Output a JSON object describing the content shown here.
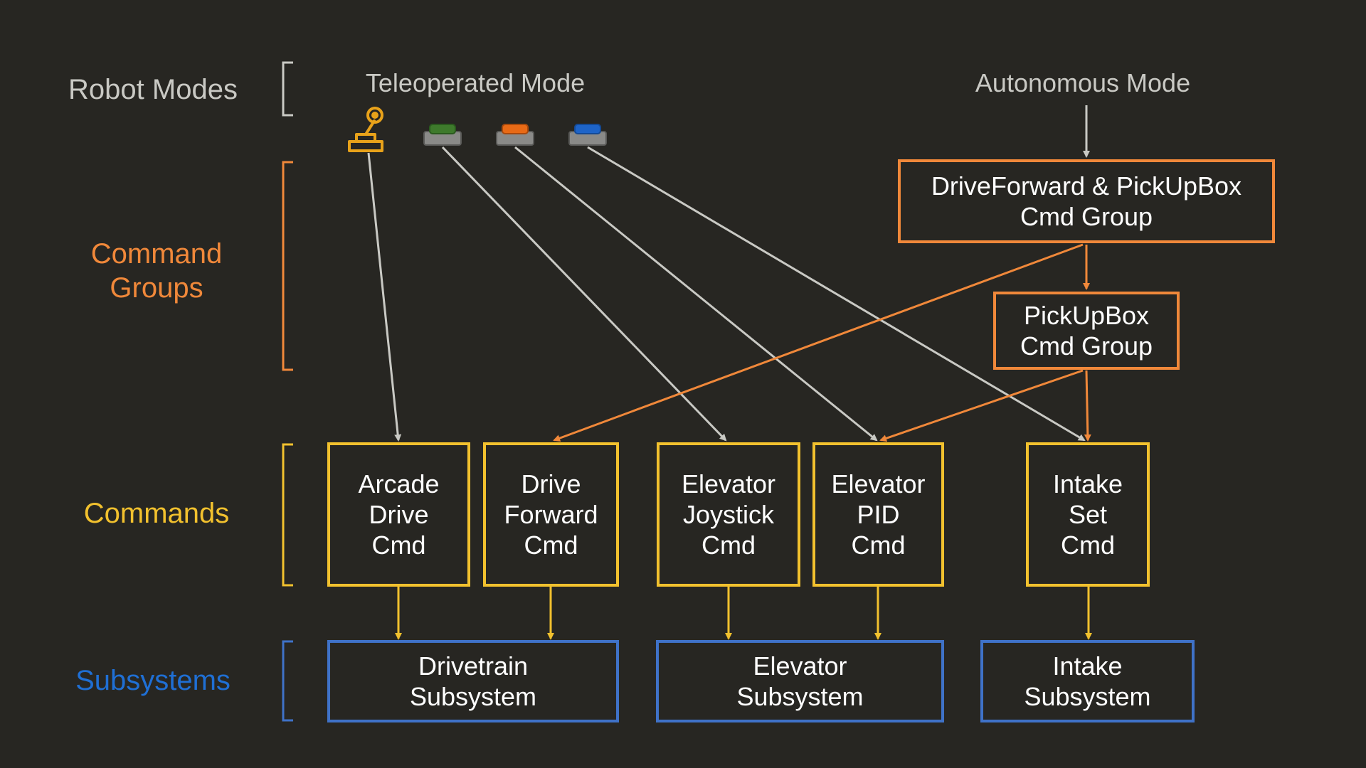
{
  "colors": {
    "background": "#272622",
    "neutral": "#c9c9c4",
    "command_group": "#f0883a",
    "command": "#f2c12e",
    "subsystem": "#3f72c8",
    "subsystem_label": "#1f6fd4",
    "button_green": "#3e7a2c",
    "button_orange": "#e86a16",
    "button_blue": "#1e64c8",
    "button_base": "#8a8a88"
  },
  "rows": {
    "robot_modes": "Robot Modes",
    "command_groups": "Command\nGroups",
    "commands": "Commands",
    "subsystems": "Subsystems"
  },
  "modes": {
    "teleop": "Teleoperated Mode",
    "auto": "Autonomous Mode"
  },
  "controls": [
    {
      "icon": "joystick-icon"
    },
    {
      "icon": "green-button-icon"
    },
    {
      "icon": "orange-button-icon"
    },
    {
      "icon": "blue-button-icon"
    }
  ],
  "command_groups": {
    "drive_forward_pickup": "DriveForward & PickUpBox\nCmd Group",
    "pickup": "PickUpBox\nCmd Group"
  },
  "commands": {
    "arcade_drive": "Arcade\nDrive\nCmd",
    "drive_forward": "Drive\nForward\nCmd",
    "elevator_joystick": "Elevator\nJoystick\nCmd",
    "elevator_pid": "Elevator\nPID\nCmd",
    "intake_set": "Intake\nSet\nCmd"
  },
  "subsystems": {
    "drivetrain": "Drivetrain\nSubsystem",
    "elevator": "Elevator\nSubsystem",
    "intake": "Intake\nSubsystem"
  }
}
